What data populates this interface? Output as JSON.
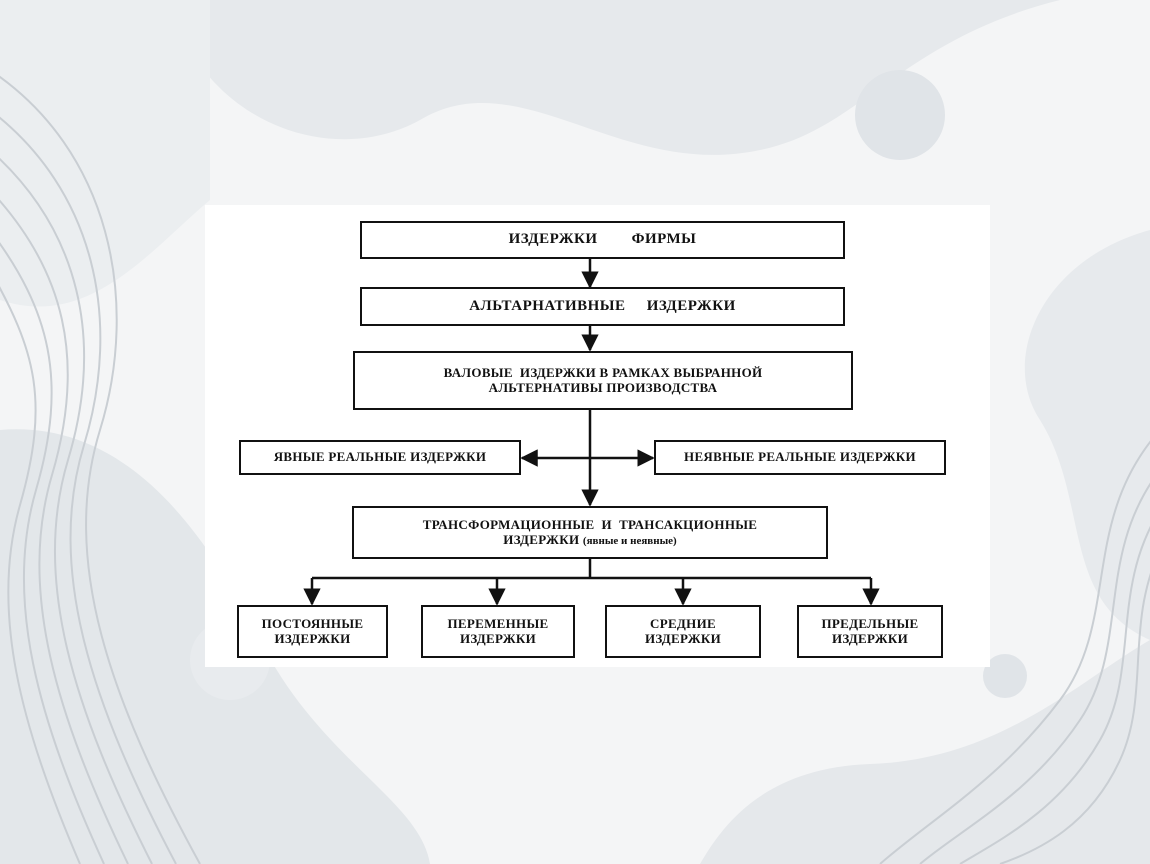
{
  "diagram": {
    "firm_costs": "ИЗДЕРЖКИ        ФИРМЫ",
    "alternative_costs": "АЛЬТАРНАТИВНЫЕ     ИЗДЕРЖКИ",
    "gross_costs_line1": "ВАЛОВЫЕ  ИЗДЕРЖКИ В РАМКАХ ВЫБРАННОЙ",
    "gross_costs_line2": "АЛЬТЕРНАТИВЫ ПРОИЗВОДСТВА",
    "explicit_costs": "ЯВНЫЕ РЕАЛЬНЫЕ ИЗДЕРЖКИ",
    "implicit_costs": "НЕЯВНЫЕ РЕАЛЬНЫЕ ИЗДЕРЖКИ",
    "transform_line1": "ТРАНСФОРМАЦИОННЫЕ  И  ТРАНСАКЦИОННЫЕ",
    "transform_line2_main": "ИЗДЕРЖКИ",
    "transform_line2_note": "(явные и неявные)",
    "fixed_line1": "ПОСТОЯННЫЕ",
    "fixed_line2": "ИЗДЕРЖКИ",
    "variable_line1": "ПЕРЕМЕННЫЕ",
    "variable_line2": "ИЗДЕРЖКИ",
    "average_line1": "СРЕДНИЕ",
    "average_line2": "ИЗДЕРЖКИ",
    "marginal_line1": "ПРЕДЕЛЬНЫЕ",
    "marginal_line2": "ИЗДЕРЖКИ"
  }
}
